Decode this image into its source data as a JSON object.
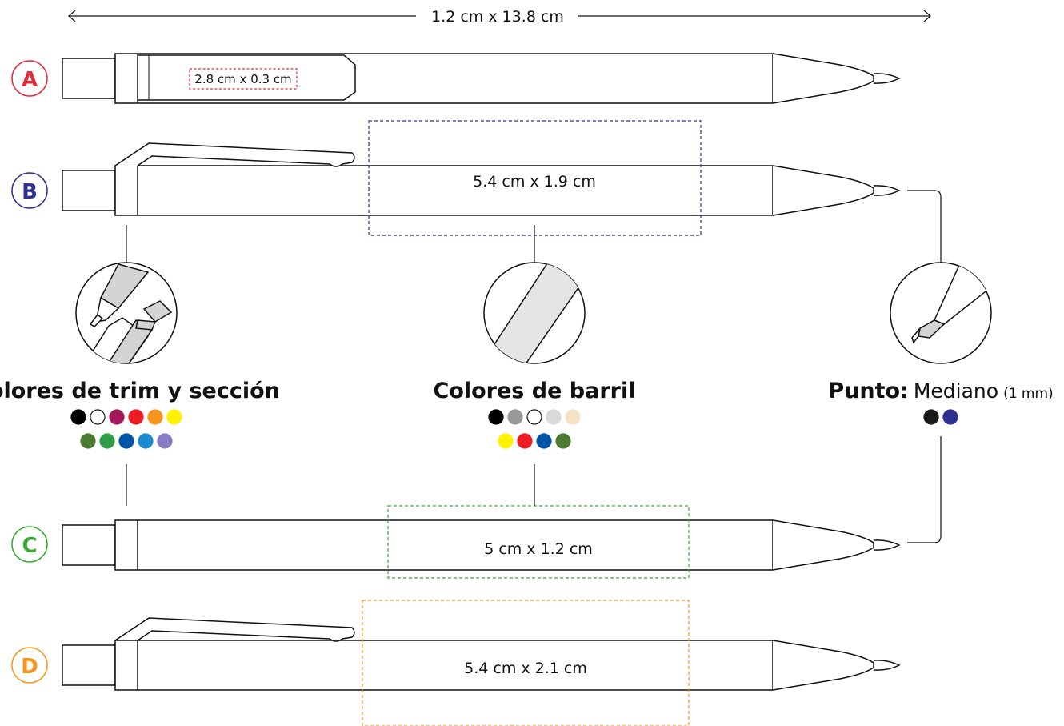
{
  "overall_size": "1.2 cm x 13.8 cm",
  "variants": [
    {
      "letter": "A",
      "color": "#e32b3b",
      "imprint": "2.8 cm x 0.3 cm"
    },
    {
      "letter": "B",
      "color": "#2e3192",
      "imprint": "5.4 cm x 1.9 cm"
    },
    {
      "letter": "C",
      "color": "#3aaa35",
      "imprint": "5 cm x 1.2 cm"
    },
    {
      "letter": "D",
      "color": "#f7941d",
      "imprint": "5.4 cm x 2.1 cm"
    }
  ],
  "trim": {
    "title": "Colores de trim y sección",
    "swatches_row1": [
      "#000000",
      "#ffffff",
      "#a3195b",
      "#ed1c24",
      "#f7941d",
      "#fff200"
    ],
    "swatches_row2": [
      "#4d7a31",
      "#2e9e48",
      "#0054a6",
      "#1a8bd1",
      "#8b7bc4"
    ]
  },
  "barrel": {
    "title": "Colores de barril",
    "swatches_row1": [
      "#000000",
      "#999999",
      "#ffffff",
      "#d9d9d9",
      "#f5e3c8"
    ],
    "swatches_row2": [
      "#fff200",
      "#ed1c24",
      "#0054a6",
      "#4d7a31"
    ]
  },
  "point": {
    "title_bold": "Punto:",
    "title_value": "Mediano",
    "title_note": "(1 mm)",
    "swatches": [
      "#1a1a1a",
      "#2e3192"
    ]
  }
}
